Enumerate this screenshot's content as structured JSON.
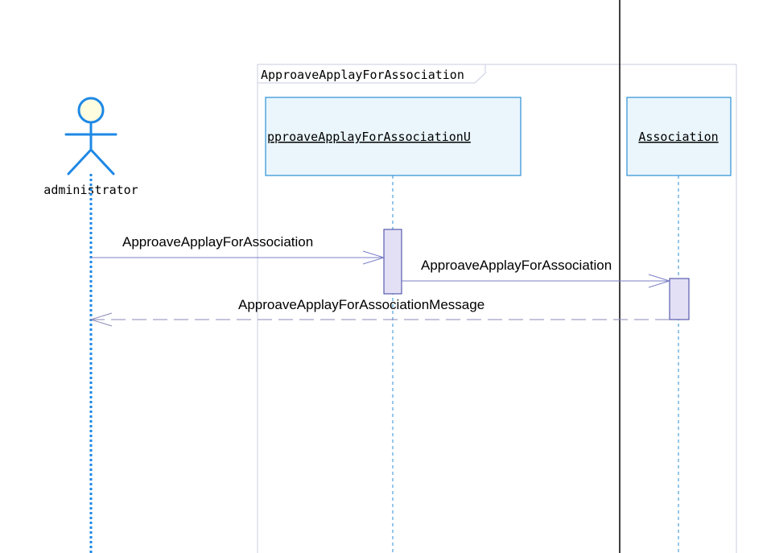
{
  "frame": {
    "label": "ApproaveApplayForAssociation"
  },
  "actor": {
    "name": "administrator",
    "icon": "stick-figure-actor-icon"
  },
  "lifelines": [
    {
      "id": "ui",
      "label": "ApproaveApplayForAssociationUI",
      "visible_label": "pproaveApplayForAssociationU"
    },
    {
      "id": "association",
      "label": "Association"
    }
  ],
  "messages": [
    {
      "id": "msg1",
      "label": "ApproaveApplayForAssociation",
      "from": "administrator",
      "to": "ui",
      "kind": "call"
    },
    {
      "id": "msg2",
      "label": "ApproaveApplayForAssociation",
      "from": "ui",
      "to": "association",
      "kind": "call"
    },
    {
      "id": "msg3",
      "label": "ApproaveApplayForAssociationMessage",
      "from": "association",
      "to": "administrator",
      "kind": "return"
    }
  ],
  "colors": {
    "actor": "#1e88e5",
    "actor_head_fill": "#fffde0",
    "frame_border": "#c8ccdf",
    "lifeline_box_border": "#2b8fd6",
    "lifeline_box_fill": "#eaf6fc",
    "lifeline_dash": "#2b8fd6",
    "activation_fill": "#e3e0f5",
    "activation_border": "#3b3f9e",
    "message_line": "#7b7fc8",
    "return_line": "#8a8ab8",
    "separator": "#000000"
  }
}
